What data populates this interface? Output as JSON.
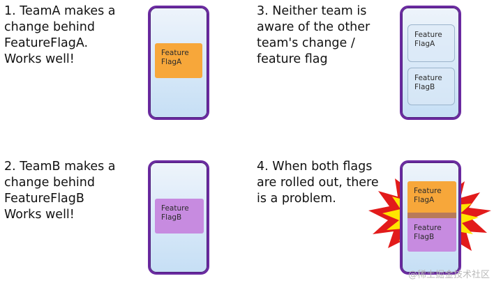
{
  "panels": [
    {
      "lines": [
        "1. TeamA makes a",
        "change behind",
        "FeatureFlagA."
      ],
      "extra": "Works well!",
      "flags": [
        {
          "lines": [
            "Feature",
            "FlagA"
          ],
          "color": "#f7a73a"
        }
      ]
    },
    {
      "lines": [
        "2. TeamB makes a",
        "change behind",
        "FeatureFlagB"
      ],
      "extra": "Works well!",
      "flags": [
        {
          "lines": [
            "Feature",
            "FlagB"
          ],
          "color": "#c78be0"
        }
      ]
    },
    {
      "lines": [
        "3. Neither team is",
        "aware of the other",
        "team's change /",
        "feature flag"
      ],
      "flags": [
        {
          "lines": [
            "Feature",
            "FlagA"
          ]
        },
        {
          "lines": [
            "Feature",
            "FlagB"
          ]
        }
      ]
    },
    {
      "lines": [
        "4. When both flags",
        "are rolled out, there",
        "is a problem."
      ],
      "flags": [
        {
          "lines": [
            "Feature",
            "FlagA"
          ],
          "color": "#f7a73a"
        },
        {
          "lines": [
            "Feature",
            "FlagB"
          ],
          "color": "#c78be0"
        }
      ]
    }
  ],
  "colors": {
    "phone_border": "#6a2aa0",
    "flag_a": "#f7a73a",
    "flag_b": "#c78be0",
    "burst_outer": "#e21b1b",
    "burst_inner": "#ffe600"
  },
  "watermark": "@稀土掘金技术社区"
}
